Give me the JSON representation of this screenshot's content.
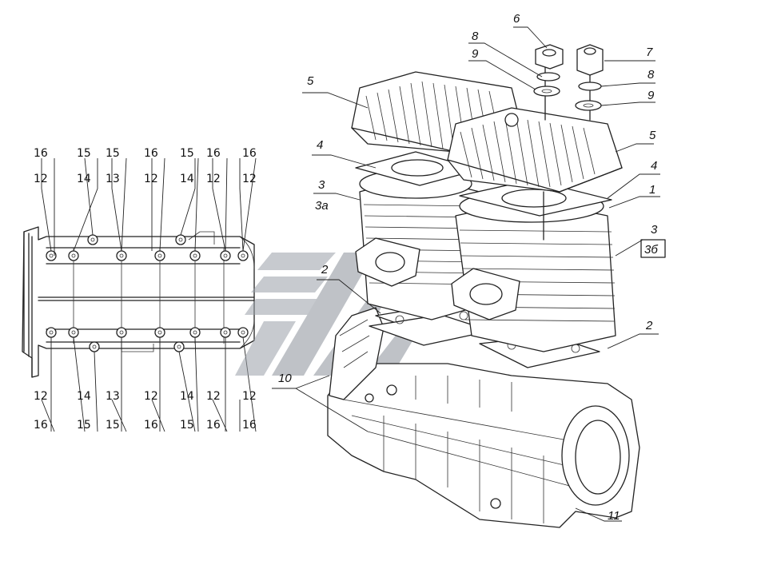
{
  "left_view": {
    "top_row1": [
      "16",
      "15",
      "15",
      "16",
      "15",
      "16",
      "16"
    ],
    "top_row2": [
      "12",
      "14",
      "13",
      "12",
      "14",
      "12",
      "12"
    ],
    "bottom_row1": [
      "12",
      "14",
      "13",
      "12",
      "14",
      "12",
      "12"
    ],
    "bottom_row2": [
      "16",
      "15",
      "15",
      "16",
      "15",
      "16",
      "16"
    ]
  },
  "right_view": {
    "callouts": [
      {
        "id": "c6",
        "text": "6"
      },
      {
        "id": "c8a",
        "text": "8"
      },
      {
        "id": "c9a",
        "text": "9"
      },
      {
        "id": "c7",
        "text": "7"
      },
      {
        "id": "c8b",
        "text": "8"
      },
      {
        "id": "c9b",
        "text": "9"
      },
      {
        "id": "c5a",
        "text": "5"
      },
      {
        "id": "c5b",
        "text": "5"
      },
      {
        "id": "c4a",
        "text": "4"
      },
      {
        "id": "c4b",
        "text": "4"
      },
      {
        "id": "c3a",
        "text": "3"
      },
      {
        "id": "c3sub",
        "text": "3а"
      },
      {
        "id": "c1",
        "text": "1"
      },
      {
        "id": "c3b",
        "text": "3"
      },
      {
        "id": "c3bsub",
        "text": "3б"
      },
      {
        "id": "c2a",
        "text": "2"
      },
      {
        "id": "c2b",
        "text": "2"
      },
      {
        "id": "c10",
        "text": "10"
      },
      {
        "id": "c11",
        "text": "11"
      }
    ]
  }
}
